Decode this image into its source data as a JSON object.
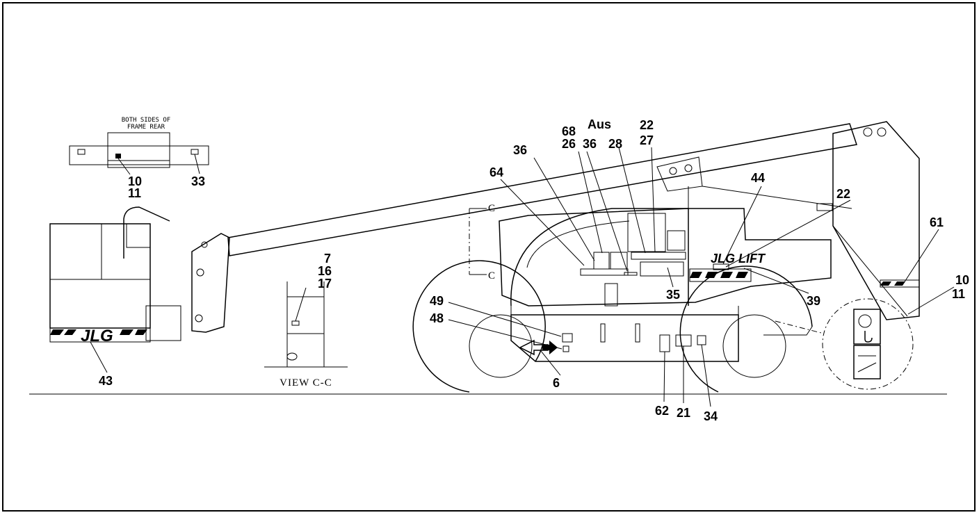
{
  "note": {
    "line1": "BOTH SIDES OF",
    "line2": "FRAME REAR"
  },
  "section": {
    "cut": "C",
    "view": "VIEW C-C"
  },
  "brand": {
    "basket": "JLG",
    "turret": "JLG LIFT"
  },
  "callouts": {
    "c10a": "10",
    "c11a": "11",
    "c33": "33",
    "c43": "43",
    "c7": "7",
    "c16": "16",
    "c17": "17",
    "c36a": "36",
    "c64": "64",
    "c68": "68",
    "c26": "26",
    "c36b": "36",
    "c28": "28",
    "cAus": "Aus",
    "c22a": "22",
    "c27": "27",
    "c44": "44",
    "c22b": "22",
    "c61": "61",
    "c10b": "10",
    "c11b": "11",
    "c35": "35",
    "c39": "39",
    "c49": "49",
    "c48": "48",
    "c6": "6",
    "c62": "62",
    "c21": "21",
    "c34": "34"
  }
}
